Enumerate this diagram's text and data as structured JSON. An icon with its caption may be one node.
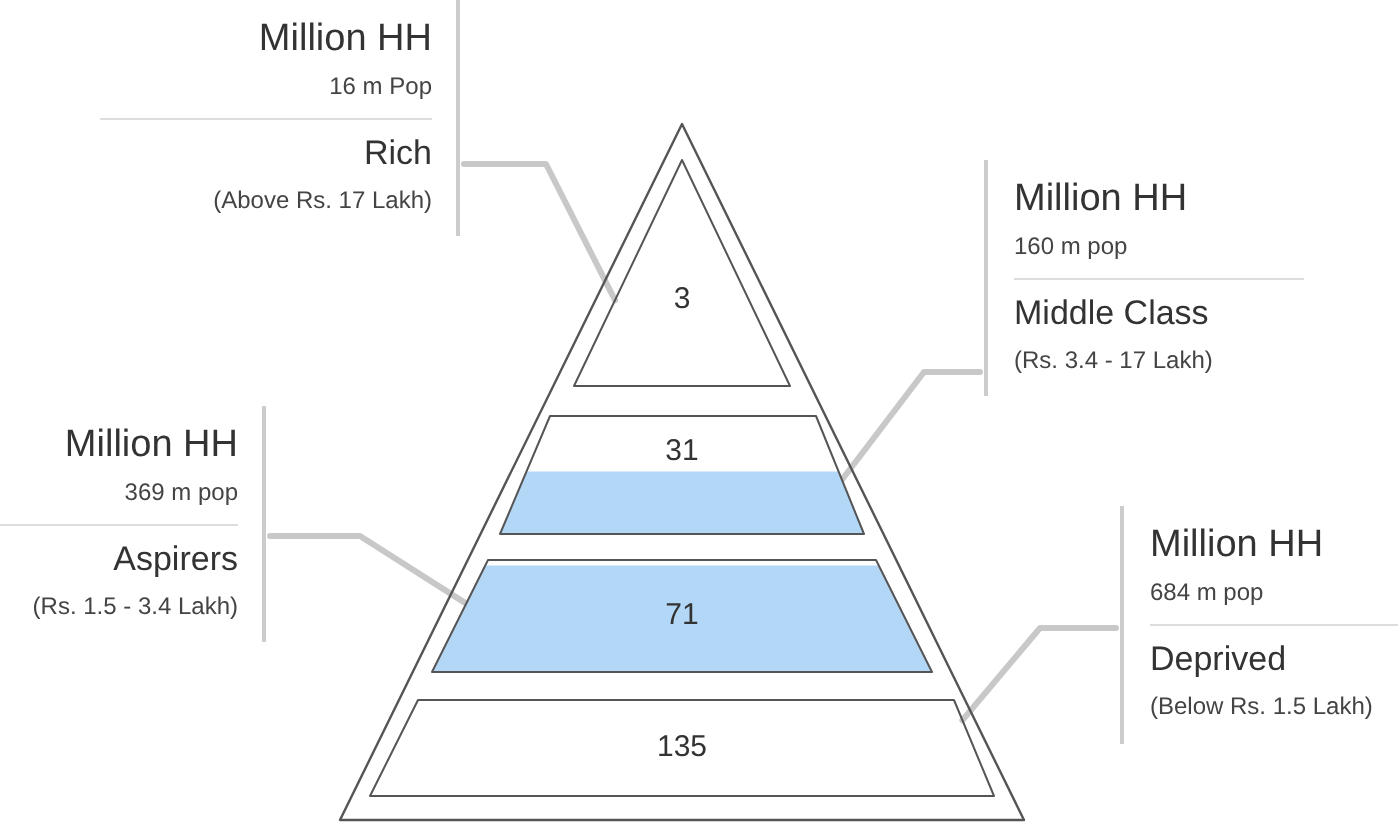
{
  "diagram": {
    "nodes": [
      {
        "text": [
          "Million HH",
          "16 m Pop",
          "Rich",
          "(Above Rs. 17 Lakh)"
        ]
      },
      {
        "text": [],
        "shape": "triangle"
      },
      {
        "text": [
          "3"
        ],
        "in": 1
      },
      {
        "text": [
          "Million HH",
          "160 m pop",
          "Middle Class",
          "(Rs. 3.4 - 17 Lakh)"
        ]
      },
      {
        "text": [
          "31"
        ],
        "in": 1
      },
      {
        "text": [
          "Million HH",
          "369 m pop",
          "Aspirers",
          "(Rs. 1.5 - 3.4 Lakh)"
        ]
      },
      {
        "text": [
          "71"
        ],
        "in": 1
      },
      {
        "text": [
          "Million HH",
          "684 m pop",
          "Deprived",
          "(Below Rs. 1.5 Lakh)"
        ]
      },
      {
        "text": [
          "135"
        ],
        "in": 1
      }
    ],
    "edges": [
      {
        "from": 0,
        "to": 2,
        "arrow": "none"
      },
      {
        "from": 3,
        "to": 4,
        "arrow": "none"
      },
      {
        "from": 5,
        "to": 6,
        "arrow": "none"
      },
      {
        "from": 7,
        "to": 8,
        "arrow": "none"
      }
    ]
  }
}
